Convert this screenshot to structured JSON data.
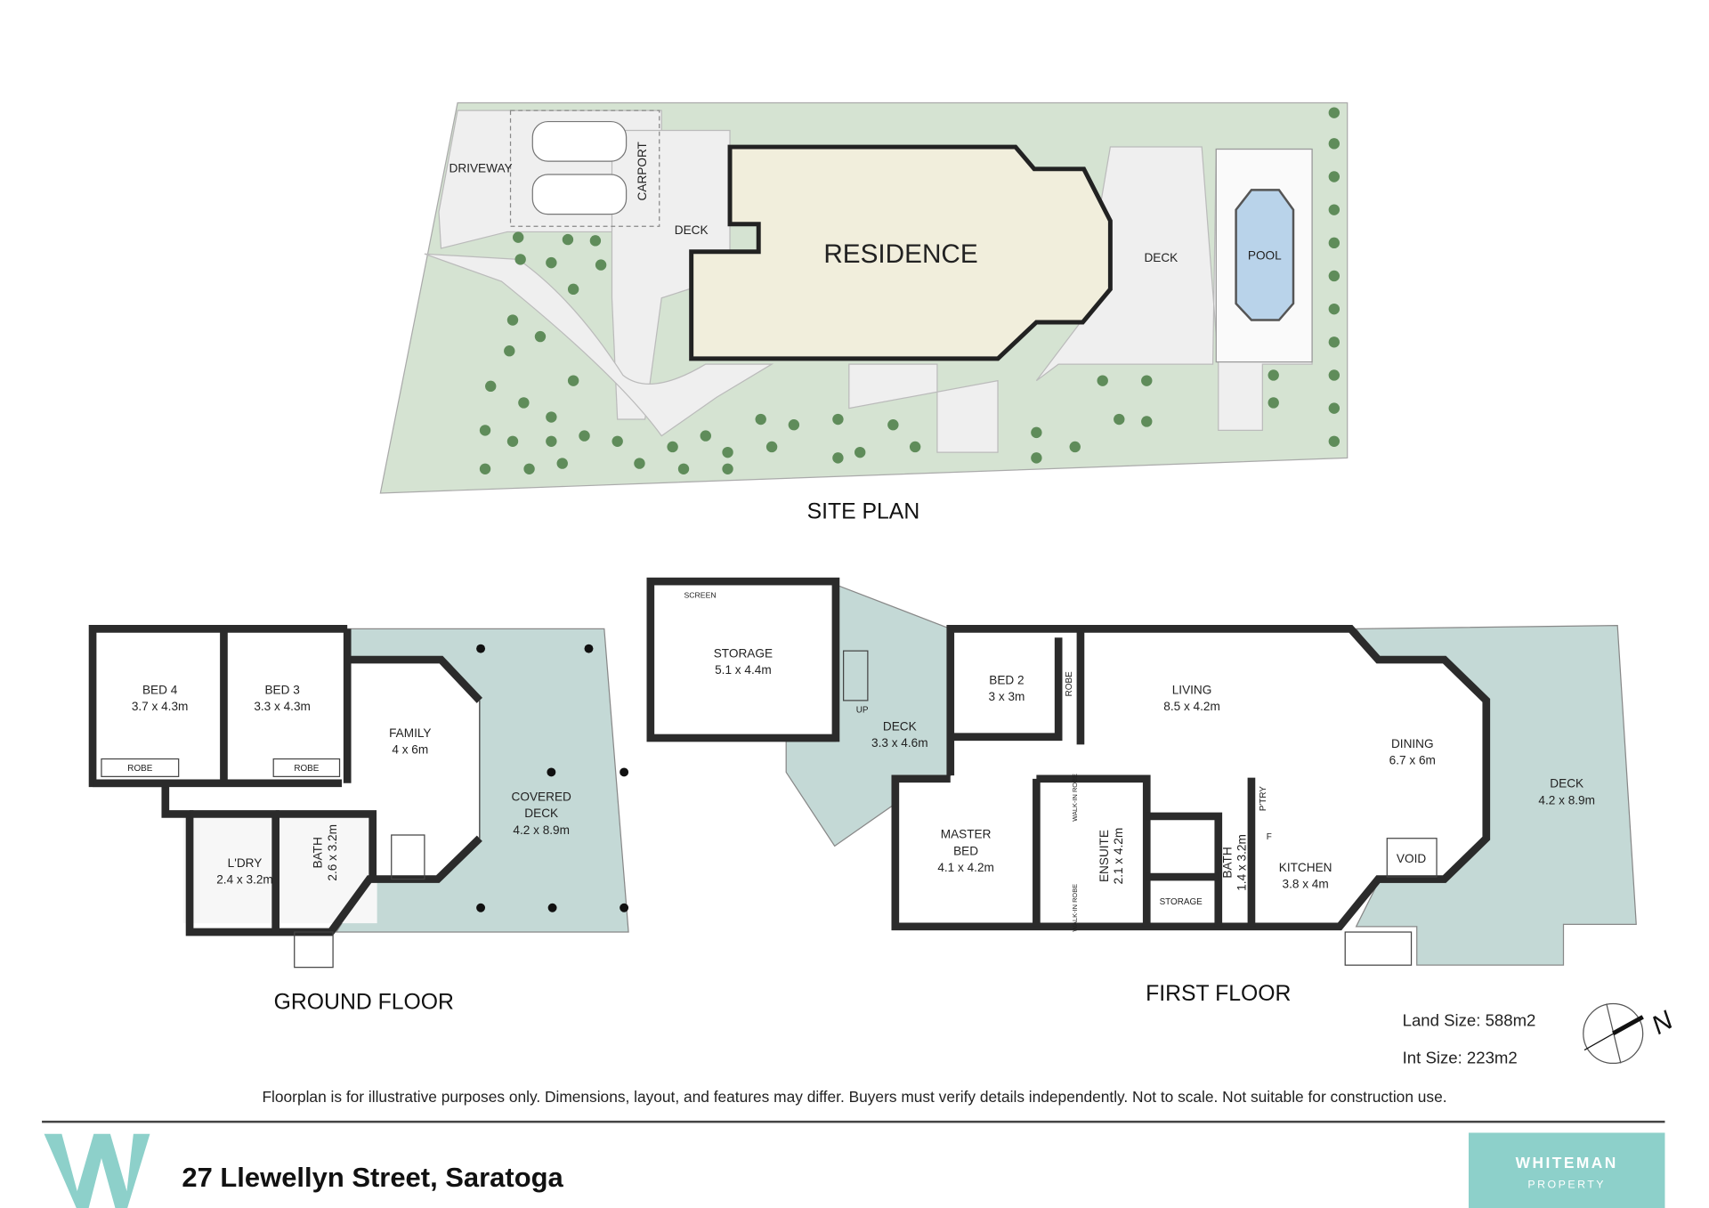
{
  "site_plan": {
    "title": "SITE PLAN",
    "residence": "RESIDENCE",
    "driveway": "DRIVEWAY",
    "carport": "CARPORT",
    "deck_left": "DECK",
    "deck_right": "DECK",
    "pool": "POOL"
  },
  "ground_floor": {
    "title": "GROUND FLOOR",
    "rooms": [
      {
        "name": "BED 4",
        "size": "3.7 x 4.3m"
      },
      {
        "name": "BED 3",
        "size": "3.3 x 4.3m"
      },
      {
        "name": "FAMILY",
        "size": "4 x 6m"
      },
      {
        "name": "COVERED",
        "name2": "DECK",
        "size": "4.2 x 8.9m"
      },
      {
        "name": "L'DRY",
        "size": "2.4 x 3.2m"
      },
      {
        "name": "BATH",
        "size": "2.6 x 3.2m"
      }
    ],
    "robe1": "ROBE",
    "robe2": "ROBE"
  },
  "first_floor": {
    "title": "FIRST FLOOR",
    "storage": {
      "name": "STORAGE",
      "size": "5.1 x 4.4m",
      "screen": "SCREEN"
    },
    "deck_small": {
      "name": "DECK",
      "size": "3.3 x 4.6m",
      "up": "UP"
    },
    "bed2": {
      "name": "BED 2",
      "size": "3 x 3m",
      "robe": "ROBE"
    },
    "living": {
      "name": "LIVING",
      "size": "8.5 x 4.2m"
    },
    "dining": {
      "name": "DINING",
      "size": "6.7 x 6m"
    },
    "deck_large": {
      "name": "DECK",
      "size": "4.2 x 8.9m"
    },
    "master": {
      "name": "MASTER",
      "name2": "BED",
      "size": "4.1 x 4.2m"
    },
    "walkin1": "WALK-IN ROBE",
    "walkin2": "WALK-IN ROBE",
    "ensuite": {
      "name": "ENSUITE",
      "size": "2.1 x 4.2m"
    },
    "storage_small": "STORAGE",
    "bath": {
      "name": "BATH",
      "size": "1.4 x 3.2m"
    },
    "pantry": "P'TRY",
    "fridge": "F",
    "kitchen": {
      "name": "KITCHEN",
      "size": "3.8 x 4m"
    },
    "void": "VOID"
  },
  "sizes": {
    "land": "Land Size: 588m2",
    "internal": "Int Size: 223m2"
  },
  "compass_letter": "N",
  "disclaimer": "Floorplan is for illustrative purposes only. Dimensions, layout, and features may differ. Buyers must verify details independently. Not to scale. Not suitable for construction use.",
  "footer": {
    "address": "27 Llewellyn Street, Saratoga",
    "logo_letter": "W",
    "brand_line1": "WHITEMAN",
    "brand_line2": "PROPERTY"
  },
  "colors": {
    "brand_teal": "#8dd0ca",
    "deck": "#c4d9d6",
    "lawn": "#d5e3d2",
    "residence": "#f1eedc",
    "pool": "#b9d3ea"
  }
}
